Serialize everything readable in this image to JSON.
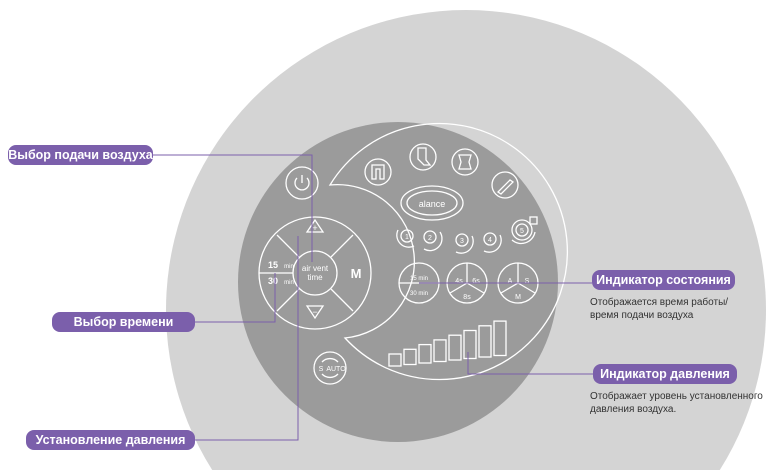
{
  "callouts": {
    "air_supply": "Выбор подачи воздуха",
    "time": "Выбор времени",
    "pressure_set": "Установление давления",
    "status": "Индикатор состояния",
    "status_desc_1": "Отображается время работы/",
    "status_desc_2": "время подачи воздуха",
    "pressure_ind": "Индикатор давления",
    "pressure_desc_1": "Отображает уровень установленного",
    "pressure_desc_2": "давления воздуха."
  },
  "panel": {
    "brand": "alance",
    "air_vent_1": "air vent",
    "air_vent_2": "time",
    "plus": "+",
    "minus": "−",
    "m": "M",
    "t15": "15",
    "t30": "30",
    "min": "min",
    "auto_s": "S",
    "auto": "AUTO",
    "modes": [
      "1",
      "2",
      "3",
      "4",
      "5"
    ],
    "ind_15": "15 min",
    "ind_30": "30 min",
    "ind_4s": "4s",
    "ind_6s": "6s",
    "ind_8s": "8s",
    "ind_a": "A",
    "ind_s": "S",
    "ind_m": "M",
    "pressure_levels": 8
  },
  "colors": {
    "accent": "#7b5fab",
    "outer": "#d4d4d4",
    "panel": "#9b9b9b"
  }
}
